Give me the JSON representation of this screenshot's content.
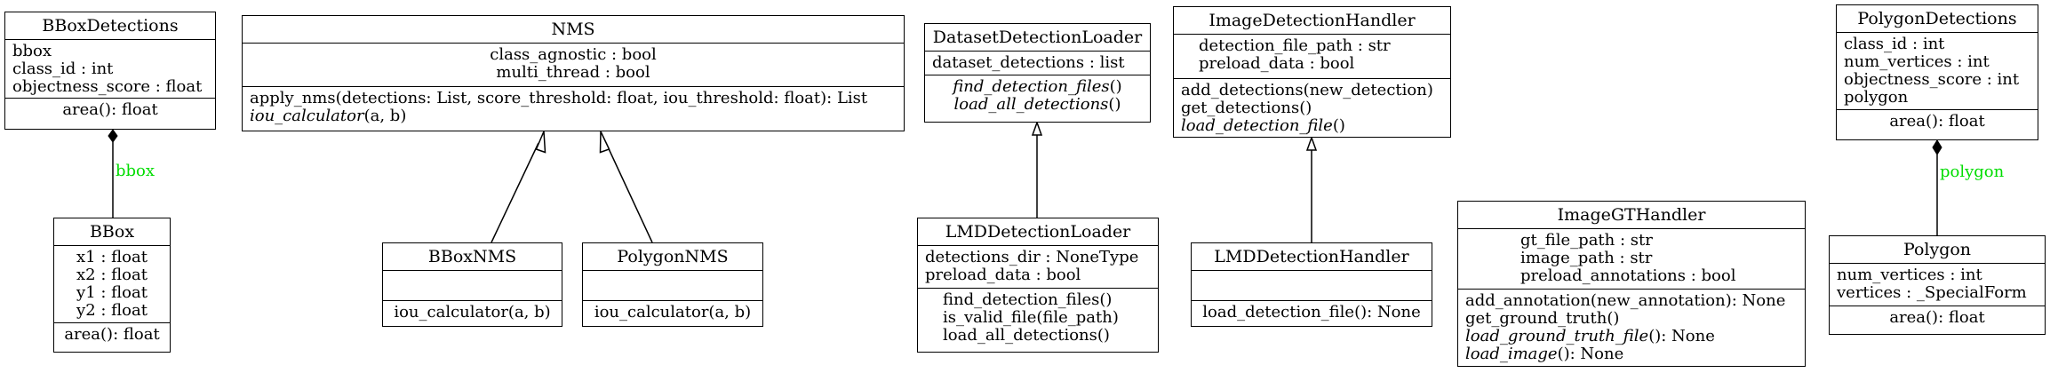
{
  "classes": {
    "bbox_detections": {
      "name": "BBoxDetections",
      "attributes": [
        "bbox",
        "class_id : int",
        "objectness_score : float"
      ],
      "methods": [
        "area(): float"
      ]
    },
    "bbox": {
      "name": "BBox",
      "attributes": [
        "x1 : float",
        "x2 : float",
        "y1 : float",
        "y2 : float"
      ],
      "methods": [
        "area(): float"
      ]
    },
    "nms": {
      "name": "NMS",
      "attributes": [
        "class_agnostic : bool",
        "multi_thread : bool"
      ],
      "methods": [
        {
          "name": "apply_nms",
          "args": "(detections: List, score_threshold: float, iou_threshold: float): List",
          "abstract": false
        },
        {
          "name": "iou_calculator",
          "args": "(a, b)",
          "abstract": true
        }
      ]
    },
    "bbox_nms": {
      "name": "BBoxNMS",
      "attributes": [],
      "methods": [
        "iou_calculator(a, b)"
      ]
    },
    "polygon_nms": {
      "name": "PolygonNMS",
      "attributes": [],
      "methods": [
        "iou_calculator(a, b)"
      ]
    },
    "dataset_detection_loader": {
      "name": "DatasetDetectionLoader",
      "attributes": [
        "dataset_detections : list"
      ],
      "methods": [
        {
          "name": "find_detection_files",
          "args": "()",
          "abstract": true
        },
        {
          "name": "load_all_detections",
          "args": "()",
          "abstract": true
        }
      ]
    },
    "lmd_detection_loader": {
      "name": "LMDDetectionLoader",
      "attributes": [
        "detections_dir : NoneType",
        "preload_data : bool"
      ],
      "methods": [
        "find_detection_files()",
        "is_valid_file(file_path)",
        "load_all_detections()"
      ]
    },
    "image_detection_handler": {
      "name": "ImageDetectionHandler",
      "attributes": [
        "detection_file_path : str",
        "preload_data : bool"
      ],
      "methods": [
        {
          "name": "add_detections",
          "args": "(new_detection)",
          "abstract": false
        },
        {
          "name": "get_detections",
          "args": "()",
          "abstract": false
        },
        {
          "name": "load_detection_file",
          "args": "()",
          "abstract": true
        }
      ]
    },
    "lmd_detection_handler": {
      "name": "LMDDetectionHandler",
      "attributes": [],
      "methods": [
        "load_detection_file(): None"
      ]
    },
    "image_gt_handler": {
      "name": "ImageGTHandler",
      "attributes": [
        "gt_file_path : str",
        "image_path : str",
        "preload_annotations : bool"
      ],
      "methods": [
        {
          "name": "add_annotation",
          "args": "(new_annotation): None",
          "abstract": false
        },
        {
          "name": "get_ground_truth",
          "args": "()",
          "abstract": false
        },
        {
          "name": "load_ground_truth_file",
          "args": "(): None",
          "abstract": true
        },
        {
          "name": "load_image",
          "args": "(): None",
          "abstract": true
        }
      ]
    },
    "polygon_detections": {
      "name": "PolygonDetections",
      "attributes": [
        "class_id : int",
        "num_vertices : int",
        "objectness_score : int",
        "polygon"
      ],
      "methods": [
        "area(): float"
      ]
    },
    "polygon": {
      "name": "Polygon",
      "attributes": [
        "num_vertices : int",
        "vertices : _SpecialForm"
      ],
      "methods": [
        "area(): float"
      ]
    }
  },
  "relations": {
    "bbox_composition_label": "bbox",
    "polygon_composition_label": "polygon"
  },
  "colors": {
    "edge_label": "#00dd00",
    "line": "#000000"
  }
}
